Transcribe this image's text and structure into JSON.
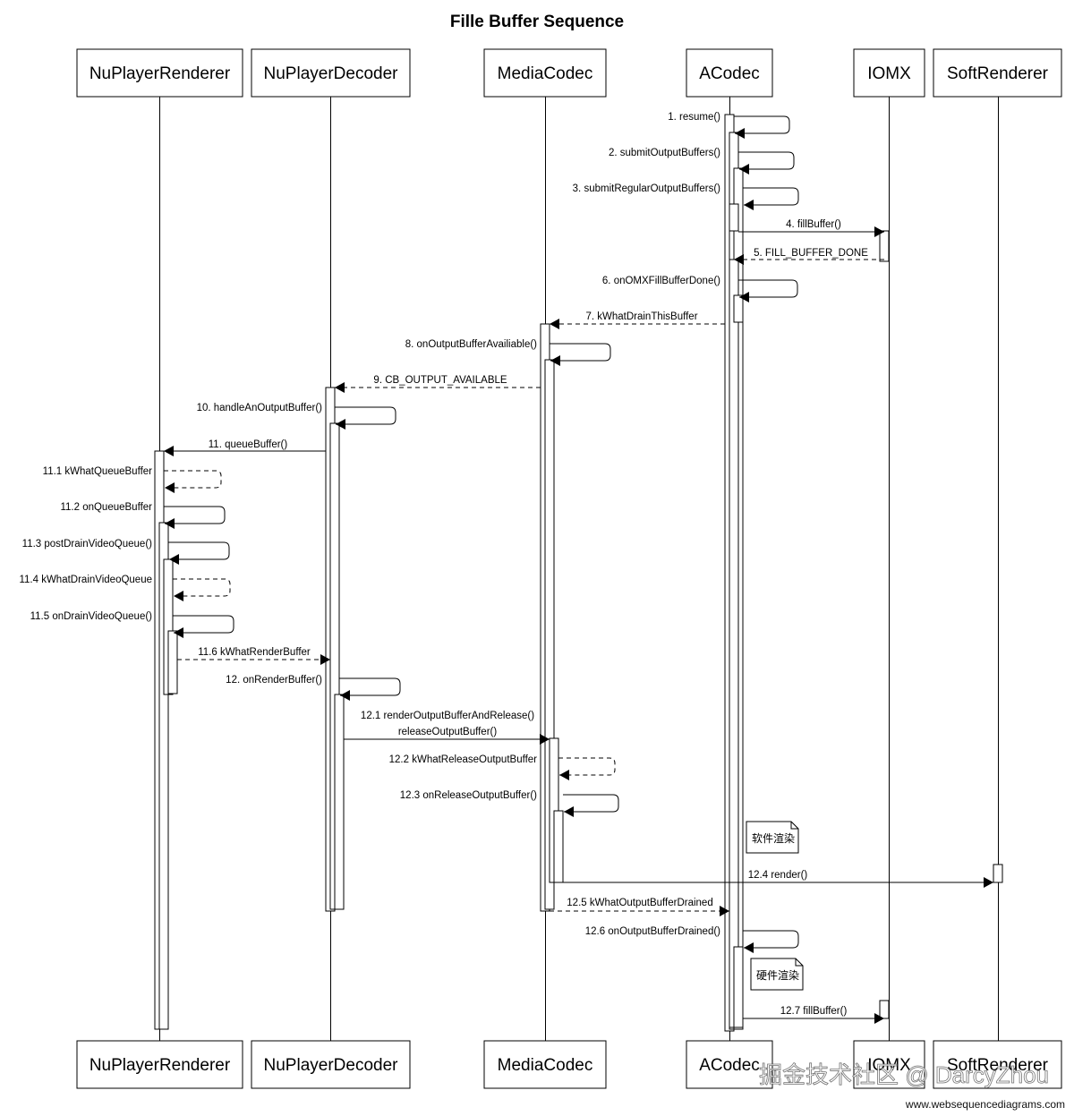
{
  "title": "Fille Buffer Sequence",
  "participants": [
    {
      "id": "r",
      "label": "NuPlayerRenderer"
    },
    {
      "id": "d",
      "label": "NuPlayerDecoder"
    },
    {
      "id": "m",
      "label": "MediaCodec"
    },
    {
      "id": "a",
      "label": "ACodec"
    },
    {
      "id": "i",
      "label": "IOMX"
    },
    {
      "id": "s",
      "label": "SoftRenderer"
    }
  ],
  "messages": [
    {
      "label": "1. resume()",
      "from": "a",
      "to": "a",
      "kind": "self",
      "dashed": false
    },
    {
      "label": "2. submitOutputBuffers()",
      "from": "a",
      "to": "a",
      "kind": "self",
      "dashed": false
    },
    {
      "label": "3. submitRegularOutputBuffers()",
      "from": "a",
      "to": "a",
      "kind": "self",
      "dashed": false
    },
    {
      "label": "4. fillBuffer()",
      "from": "a",
      "to": "i",
      "kind": "call",
      "dashed": false
    },
    {
      "label": "5. FILL_BUFFER_DONE",
      "from": "i",
      "to": "a",
      "kind": "call",
      "dashed": true
    },
    {
      "label": "6. onOMXFillBufferDone()",
      "from": "a",
      "to": "a",
      "kind": "self",
      "dashed": false
    },
    {
      "label": "7. kWhatDrainThisBuffer",
      "from": "a",
      "to": "m",
      "kind": "call",
      "dashed": true
    },
    {
      "label": "8. onOutputBufferAvailiable()",
      "from": "m",
      "to": "m",
      "kind": "self",
      "dashed": false
    },
    {
      "label": "9. CB_OUTPUT_AVAILABLE",
      "from": "m",
      "to": "d",
      "kind": "call",
      "dashed": true
    },
    {
      "label": "10. handleAnOutputBuffer()",
      "from": "d",
      "to": "d",
      "kind": "self",
      "dashed": false
    },
    {
      "label": "11. queueBuffer()",
      "from": "d",
      "to": "r",
      "kind": "call",
      "dashed": false
    },
    {
      "label": "11.1 kWhatQueueBuffer",
      "from": "r",
      "to": "r",
      "kind": "self",
      "dashed": true
    },
    {
      "label": "11.2 onQueueBuffer",
      "from": "r",
      "to": "r",
      "kind": "self",
      "dashed": false
    },
    {
      "label": "11.3 postDrainVideoQueue()",
      "from": "r",
      "to": "r",
      "kind": "self",
      "dashed": false
    },
    {
      "label": "11.4 kWhatDrainVideoQueue",
      "from": "r",
      "to": "r",
      "kind": "self",
      "dashed": true
    },
    {
      "label": "11.5 onDrainVideoQueue()",
      "from": "r",
      "to": "r",
      "kind": "self",
      "dashed": false
    },
    {
      "label": "11.6 kWhatRenderBuffer",
      "from": "r",
      "to": "d",
      "kind": "call",
      "dashed": true
    },
    {
      "label": "12. onRenderBuffer()",
      "from": "d",
      "to": "d",
      "kind": "self",
      "dashed": false
    },
    {
      "label": "12.1 renderOutputBufferAndRelease()",
      "label2": "releaseOutputBuffer()",
      "from": "d",
      "to": "m",
      "kind": "call",
      "dashed": false
    },
    {
      "label": "12.2 kWhatReleaseOutputBuffer",
      "from": "m",
      "to": "m",
      "kind": "self",
      "dashed": true
    },
    {
      "label": "12.3 onReleaseOutputBuffer()",
      "from": "m",
      "to": "m",
      "kind": "self",
      "dashed": false
    },
    {
      "label": "12.4 render()",
      "from": "m",
      "to": "s",
      "kind": "call",
      "dashed": false
    },
    {
      "label": "12.5 kWhatOutputBufferDrained",
      "from": "m",
      "to": "a",
      "kind": "call",
      "dashed": true
    },
    {
      "label": "12.6 onOutputBufferDrained()",
      "from": "a",
      "to": "a",
      "kind": "self",
      "dashed": false
    },
    {
      "label": "12.7 fillBuffer()",
      "from": "a",
      "to": "i",
      "kind": "call",
      "dashed": false
    }
  ],
  "notes": [
    {
      "text": "软件渲染"
    },
    {
      "text": "硬件渲染"
    }
  ],
  "watermark": "掘金技术社区 @ DarcyZhou",
  "credit": "www.websequencediagrams.com"
}
